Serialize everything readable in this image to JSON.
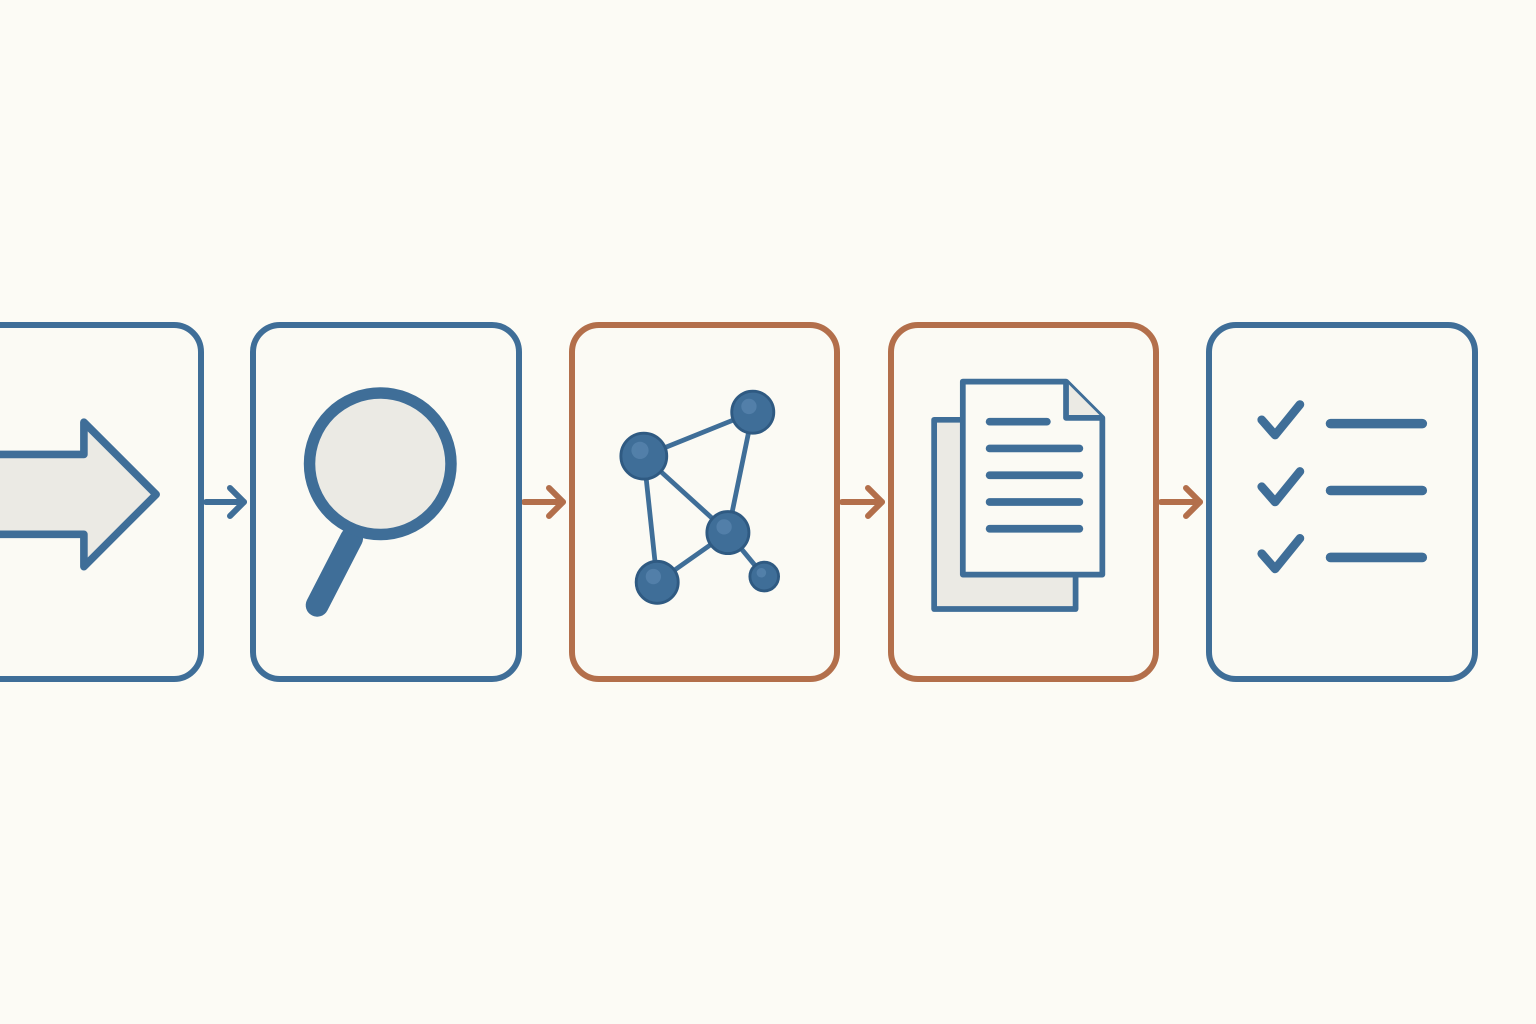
{
  "diagram": {
    "type": "linear-process-flow",
    "colors": {
      "background": "#fcfbf5",
      "blue": "#3f6e98",
      "orange": "#b36f4b",
      "icon_fill_light": "#ebeae4",
      "node_highlight": "#5b87b1"
    },
    "stages": [
      {
        "icon": "arrow-right-icon",
        "color": "blue",
        "partially_cropped": true
      },
      {
        "icon": "magnifying-glass-icon",
        "color": "blue"
      },
      {
        "icon": "network-graph-icon",
        "color": "orange"
      },
      {
        "icon": "stacked-documents-icon",
        "color": "orange"
      },
      {
        "icon": "checklist-icon",
        "color": "blue"
      }
    ],
    "connectors": [
      {
        "from": 0,
        "to": 1,
        "color": "blue"
      },
      {
        "from": 1,
        "to": 2,
        "color": "orange"
      },
      {
        "from": 2,
        "to": 3,
        "color": "orange"
      },
      {
        "from": 3,
        "to": 4,
        "color": "orange"
      }
    ]
  }
}
